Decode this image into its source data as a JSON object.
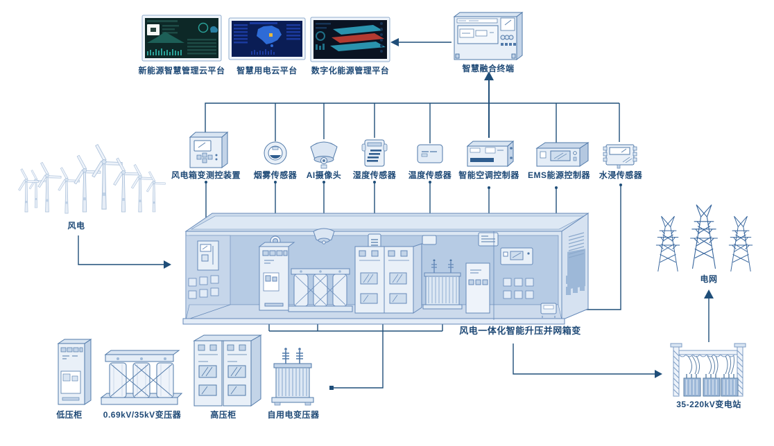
{
  "colors": {
    "line": "#1f4e79",
    "label": "#1e4976",
    "icon_stroke": "#4f78a8",
    "icon_fill_light": "#eaf1f9",
    "icon_fill_mid": "#d9e5f2",
    "icon_fill_deep": "#c3d4e8",
    "screen1_bg": "#0d2827",
    "screen2_bg": "#0a1d55",
    "screen3_bg": "#0a1322",
    "accent_teal": "#2aa198",
    "accent_red": "#b23a31"
  },
  "platforms": [
    {
      "label": "新能源智慧管理云平台",
      "icon": "dashboard-screen"
    },
    {
      "label": "智慧用电云平台",
      "icon": "map-screen"
    },
    {
      "label": "数字化能源管理平台",
      "icon": "layers-screen"
    }
  ],
  "terminal": {
    "label": "智慧融合终端",
    "icon": "fusion-terminal"
  },
  "devices": [
    {
      "label": "风电箱变测控装置",
      "icon": "control-cabinet"
    },
    {
      "label": "烟雾传感器",
      "icon": "smoke-sensor"
    },
    {
      "label": "AI摄像头",
      "icon": "ai-camera"
    },
    {
      "label": "湿度传感器",
      "icon": "humidity-sensor"
    },
    {
      "label": "温度传感器",
      "icon": "temperature-sensor"
    },
    {
      "label": "智能空调控制器",
      "icon": "ac-controller"
    },
    {
      "label": "EMS能源控制器",
      "icon": "ems-controller"
    },
    {
      "label": "水浸传感器",
      "icon": "water-sensor"
    }
  ],
  "wind": {
    "label": "风电",
    "icon": "wind-turbines"
  },
  "container": {
    "label": "风电一体化智能升压并网箱变",
    "icon": "smart-box-transformer-container"
  },
  "equipment": [
    {
      "label": "低压柜",
      "icon": "lv-cabinet"
    },
    {
      "label": "0.69kV/35kV变压器",
      "icon": "dry-transformer"
    },
    {
      "label": "高压柜",
      "icon": "hv-cabinet"
    },
    {
      "label": "自用电变压器",
      "icon": "oil-transformer"
    }
  ],
  "grid": {
    "label": "电网",
    "icon": "transmission-towers"
  },
  "substation": {
    "label": "35-220kV变电站",
    "icon": "substation-gantry"
  }
}
